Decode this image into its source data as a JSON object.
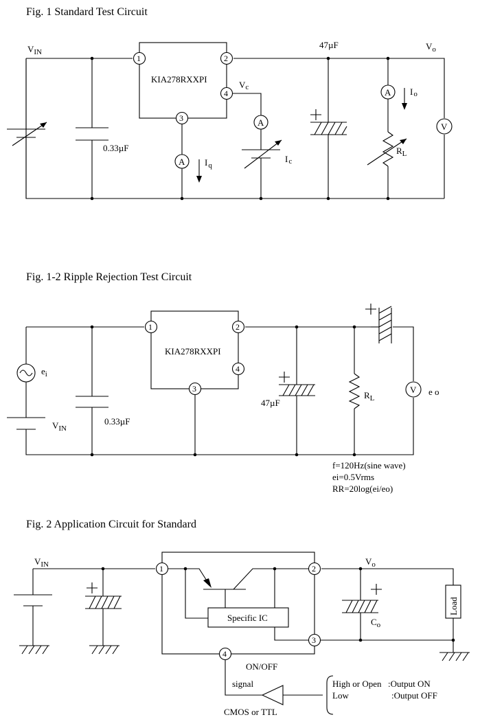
{
  "fig1": {
    "title": "Fig. 1  Standard Test Circuit",
    "ic_name": "KIA278RXXPI",
    "pins": [
      "1",
      "2",
      "3",
      "4"
    ],
    "vin": "V",
    "vin_sub": "IN",
    "vo": "V",
    "vo_sub": "o",
    "vc": "V",
    "vc_sub": "c",
    "cap_in": "0.33µF",
    "cap_out": "47µF",
    "iq": "I",
    "iq_sub": "q",
    "ic": "I",
    "ic_sub": "c",
    "io": "I",
    "io_sub": "o",
    "rl": "R",
    "rl_sub": "L",
    "ammeter": "A",
    "voltmeter": "V"
  },
  "fig12": {
    "title": "Fig. 1-2  Ripple Rejection Test Circuit",
    "ic_name": "KIA278RXXPI",
    "pins": [
      "1",
      "2",
      "3",
      "4"
    ],
    "ei": "e",
    "ei_sub": "i",
    "vin": "V",
    "vin_sub": "IN",
    "cap_in": "0.33µF",
    "cap_out": "47µF",
    "rl": "R",
    "rl_sub": "L",
    "eo": "e o",
    "voltmeter": "V",
    "notes": [
      "f=120Hz(sine wave)",
      "ei=0.5Vrms",
      "RR=20log(ei/eo)"
    ]
  },
  "fig2": {
    "title": "Fig. 2  Application Circuit for Standard",
    "pins": [
      "1",
      "2",
      "3",
      "4"
    ],
    "vin": "V",
    "vin_sub": "IN",
    "vo": "V",
    "vo_sub": "o",
    "co": "C",
    "co_sub": "o",
    "block_name": "Specific IC",
    "load": "Load",
    "onoff": "ON/OFF",
    "signal": "signal",
    "logic": "CMOS or TTL",
    "table": [
      {
        "state": "High or Open",
        "result": ":Output ON"
      },
      {
        "state": "Low",
        "result": ":Output OFF"
      }
    ]
  }
}
